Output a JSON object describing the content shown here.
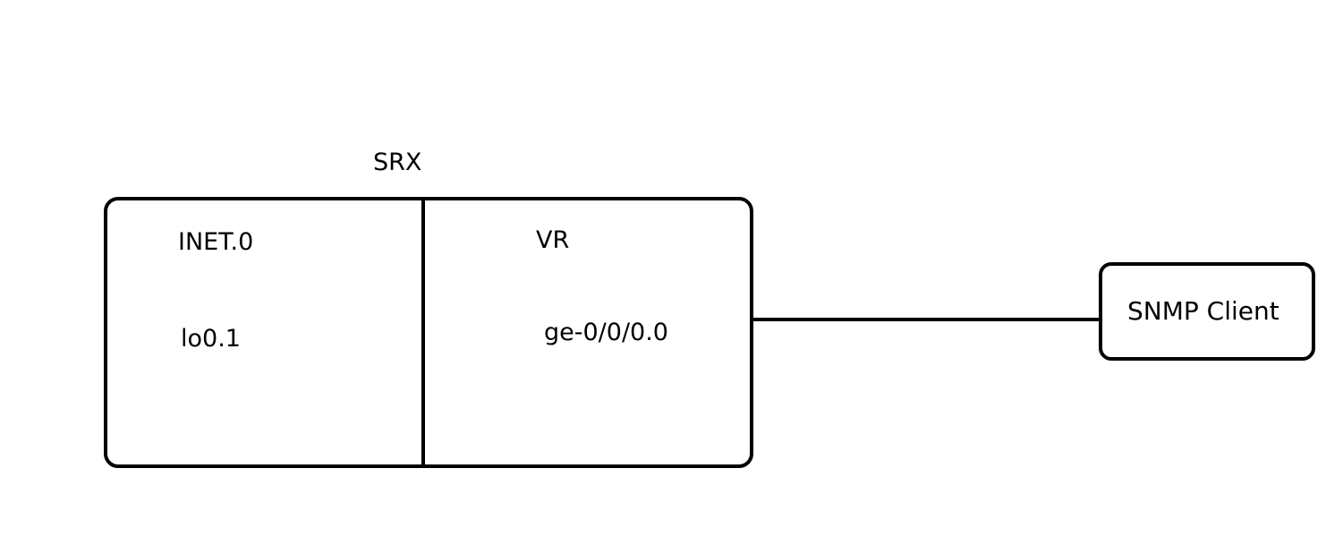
{
  "device": {
    "title": "SRX",
    "left_section": {
      "name": "INET.0",
      "interface": "lo0.1"
    },
    "right_section": {
      "name": "VR",
      "interface": "ge-0/0/0.0"
    }
  },
  "client": {
    "label": "SNMP Client"
  },
  "colors": {
    "stroke": "#000000",
    "background": "#ffffff"
  }
}
